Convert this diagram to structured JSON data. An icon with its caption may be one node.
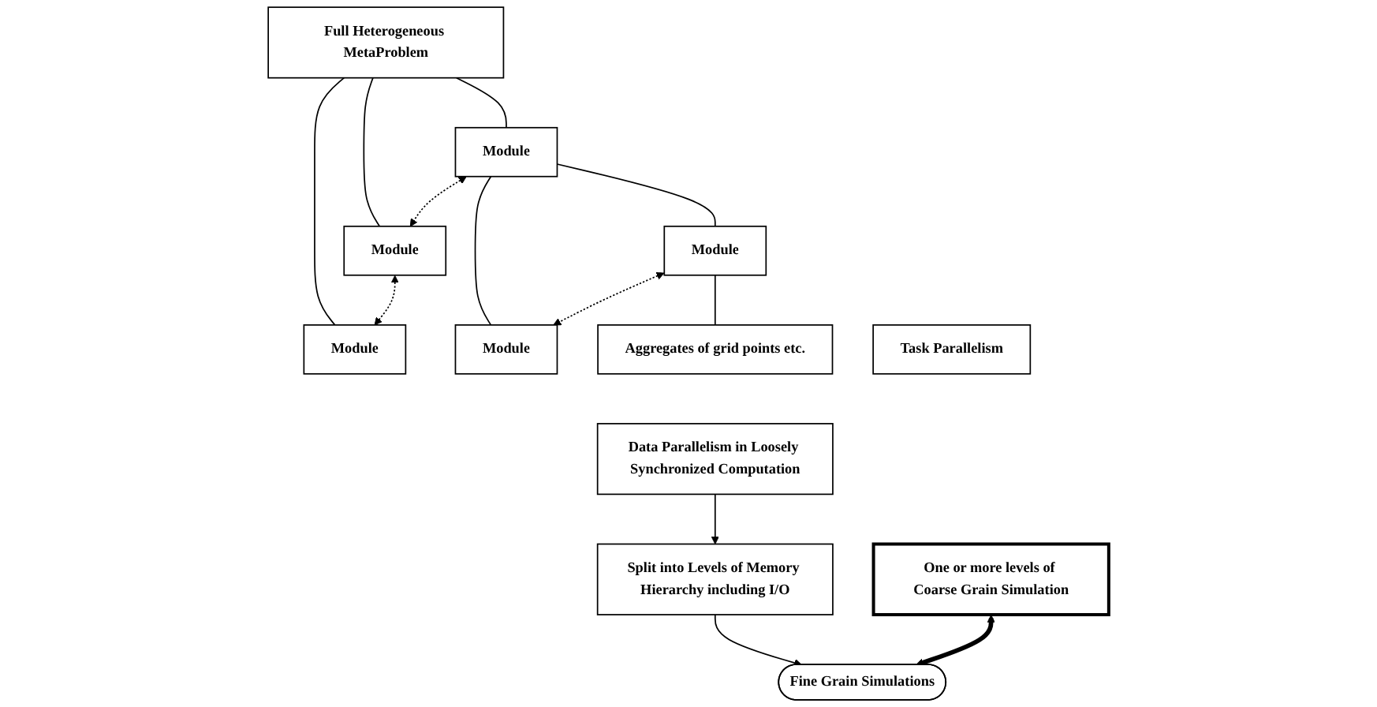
{
  "diagram": {
    "nodes": [
      {
        "text": [
          "Full Heterogeneous MetaProblem"
        ]
      },
      {
        "text": [
          "Module"
        ]
      },
      {
        "text": [
          "Module"
        ]
      },
      {
        "text": [
          "Module"
        ]
      },
      {
        "text": [
          "One or more levels of Coarse Grain Simulation"
        ]
      },
      {
        "text": [
          "Module"
        ]
      },
      {
        "text": [
          "Task Parallelism"
        ]
      },
      {
        "text": [
          "Module"
        ]
      },
      {
        "text": [
          "Aggregates of grid points etc."
        ]
      },
      {
        "text": [
          "Data Parallelism in Loosely Synchronized Computation"
        ]
      },
      {
        "text": [
          "Split into Levels of Memory Hierarchy including I/O"
        ]
      },
      {
        "text": [
          "Fine Grain Simulations"
        ]
      }
    ],
    "edges": [
      {
        "from": 0,
        "to": 1,
        "arrow": "none"
      },
      {
        "from": 0,
        "to": 2,
        "arrow": "none"
      },
      {
        "from": 0,
        "to": 3,
        "arrow": "none"
      },
      {
        "from": 1,
        "to": 2,
        "arrow": "both",
        "style": "dashed"
      },
      {
        "from": 2,
        "to": 3,
        "arrow": "both",
        "style": "dashed"
      },
      {
        "from": 1,
        "to": 5,
        "arrow": "none"
      },
      {
        "from": 1,
        "to": 7,
        "arrow": "none"
      },
      {
        "from": 5,
        "to": 7,
        "arrow": "both",
        "style": "dashed"
      },
      {
        "from": 5,
        "to": 8,
        "arrow": "none"
      },
      {
        "from": 9,
        "to": 10,
        "arrow": "to"
      },
      {
        "from": 10,
        "to": 11,
        "arrow": "to"
      },
      {
        "from": 4,
        "to": 11,
        "arrow": "both",
        "style": "thick"
      }
    ]
  }
}
